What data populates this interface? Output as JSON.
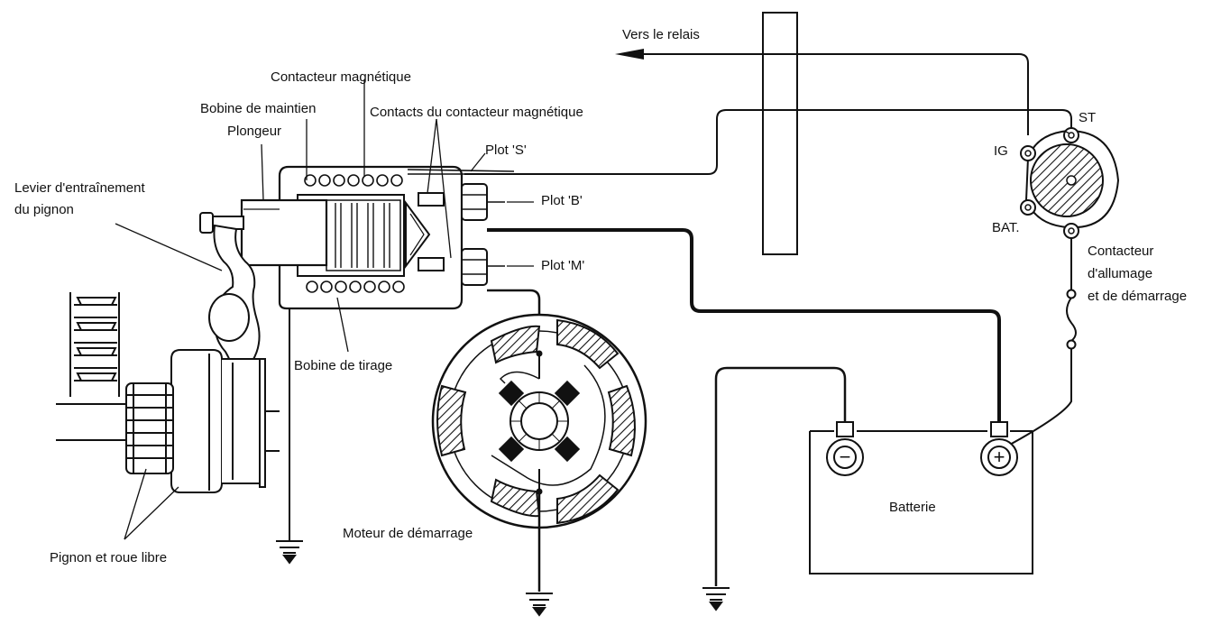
{
  "labels": {
    "vers_relais": "Vers le relais",
    "contacteur_magnetique": "Contacteur magnétique",
    "bobine_maintien": "Bobine de maintien",
    "contacts_contacteur": "Contacts du contacteur magnétique",
    "plongeur": "Plongeur",
    "levier_line1": "Levier d'entraînement",
    "levier_line2": "du pignon",
    "plot_s": "Plot 'S'",
    "plot_b": "Plot 'B'",
    "plot_m": "Plot 'M'",
    "ig": "IG",
    "st": "ST",
    "bat": "BAT.",
    "contacteur_allumage_line1": "Contacteur",
    "contacteur_allumage_line2": "d'allumage",
    "contacteur_allumage_line3": "et de démarrage",
    "bobine_tirage": "Bobine de tirage",
    "moteur_demarrage": "Moteur de démarrage",
    "pignon_roue_libre": "Pignon et roue libre",
    "batterie": "Batterie",
    "minus": "−",
    "plus": "+"
  },
  "colors": {
    "ink": "#111111",
    "paper": "#ffffff"
  }
}
